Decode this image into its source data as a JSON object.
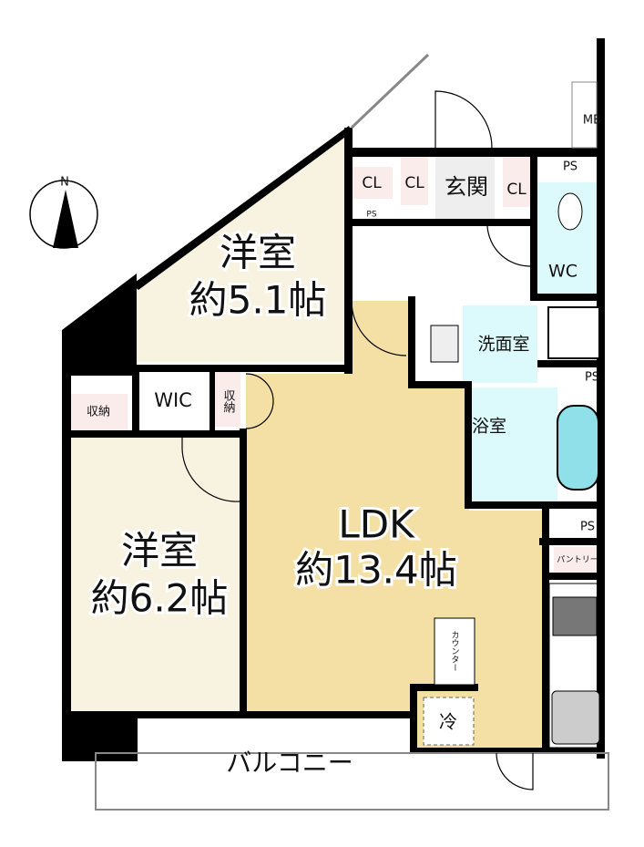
{
  "compass": {
    "north": "N"
  },
  "rooms": {
    "western1": {
      "name": "洋室",
      "size": "約5.1帖"
    },
    "western2": {
      "name": "洋室",
      "size": "約6.2帖"
    },
    "ldk": {
      "name": "LDK",
      "size": "約13.4帖"
    },
    "balcony": "バルコニー",
    "entrance": "玄関",
    "washroom": "洗面室",
    "bath": "浴室",
    "wc": "WC",
    "wic": "WIC",
    "storage_left": "収納",
    "storage_mid": "収納",
    "pantry": "パントリー",
    "counter": "カウンター",
    "fridge": "冷",
    "cl1": "CL",
    "cl2": "CL",
    "cl3": "CL",
    "mb": "MB",
    "ps_top": "PS",
    "ps_small": "PS",
    "ps_wash": "PS",
    "ps_kitchen": "PS"
  },
  "colors": {
    "western": "#f8f2e1",
    "ldk": "#f4dfa5",
    "wet": "#dcfafc",
    "closet": "#fbecec",
    "wall": "#000000"
  }
}
